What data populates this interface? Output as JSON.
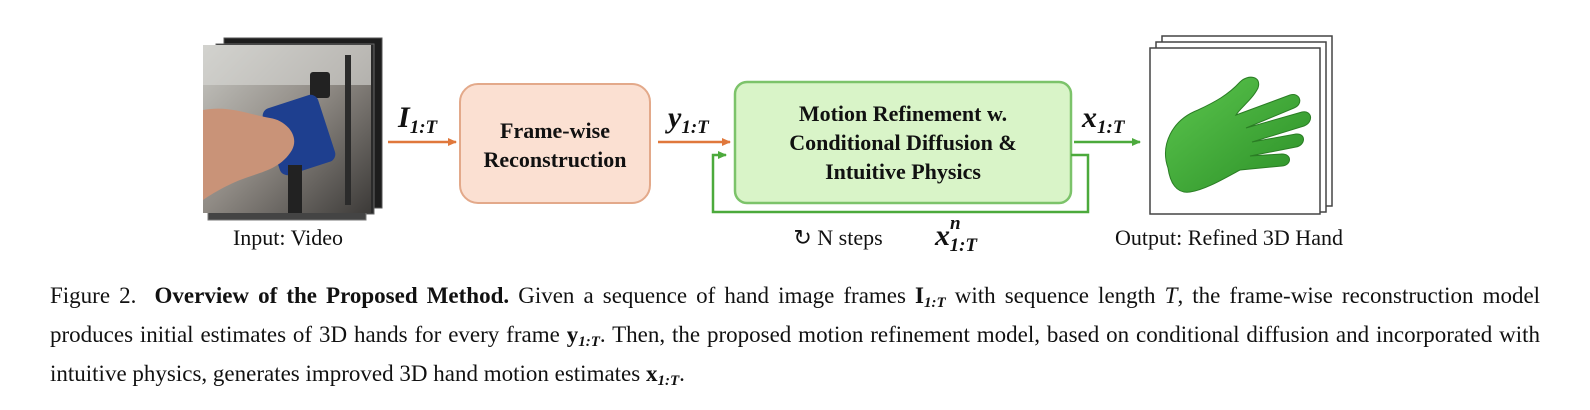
{
  "diagram": {
    "input_label": "Input: Video",
    "output_label": "Output: Refined 3D Hand",
    "edge_input": {
      "base": "I",
      "sub": "1:T"
    },
    "edge_recon": {
      "base": "y",
      "sub": "1:T"
    },
    "edge_output": {
      "base": "x",
      "sub": "1:T"
    },
    "loop_var": {
      "base": "x",
      "sup": "n",
      "sub": "1:T"
    },
    "loop_label": "↻ N steps",
    "box_recon": {
      "line1": "Frame-wise",
      "line2": "Reconstruction"
    },
    "box_refine": {
      "line1": "Motion Refinement w.",
      "line2": "Conditional Diffusion &",
      "line3": "Intuitive Physics"
    },
    "colors": {
      "recon_fill": "#fbe0d2",
      "recon_stroke": "#e3a98a",
      "refine_fill": "#d9f4c8",
      "refine_stroke": "#7cc36a",
      "orange_arrow": "#e0783c",
      "green_arrow": "#4caa3c",
      "hand_green": "#3caa34"
    },
    "icons": [
      "video-frames-icon",
      "hand-mesh-icon"
    ]
  },
  "caption": {
    "figure_num": "Figure 2.",
    "bold_title": "Overview of the Proposed Method.",
    "t1": "Given a sequence of hand image frames",
    "m1_base": "I",
    "m1_sub": "1:T",
    "t2": "with sequence length",
    "m2": "T",
    "t3": ", the frame-wise reconstruction model produces initial estimates of 3D hands for every frame",
    "m3_base": "y",
    "m3_sub": "1:T",
    "t4": ". Then, the proposed motion refinement model, based on conditional diffusion and incorporated with intuitive physics, generates improved 3D hand motion estimates",
    "m4_base": "x",
    "m4_sub": "1:T",
    "t5": "."
  }
}
